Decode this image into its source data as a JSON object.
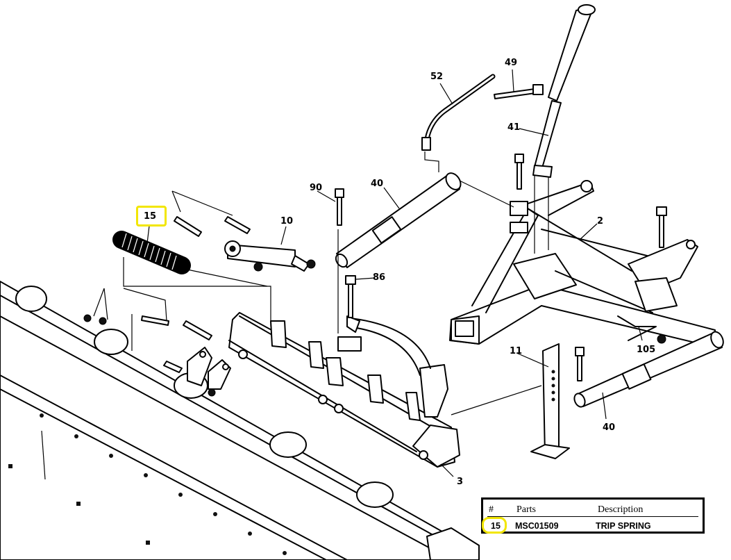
{
  "callouts": {
    "c15": "15",
    "c10": "10",
    "c90": "90",
    "c40a": "40",
    "c52": "52",
    "c49": "49",
    "c41": "41",
    "c2": "2",
    "c86": "86",
    "c105": "105",
    "c11": "11",
    "c40b": "40",
    "c3": "3"
  },
  "parts_table": {
    "headers": {
      "num": "#",
      "parts": "Parts",
      "description": "Description"
    },
    "rows": [
      {
        "num": "15",
        "part": "MSC01509",
        "description": "TRIP SPRING"
      }
    ]
  },
  "highlight_color": "#f2e600"
}
